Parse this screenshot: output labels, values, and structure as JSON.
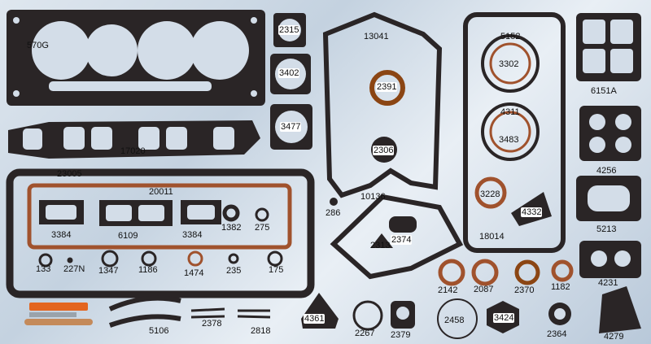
{
  "labels": {
    "p570G": "570G",
    "p2315": "2315",
    "p13041": "13041",
    "p5152": "5152",
    "p3402": "3402",
    "p3302": "3302",
    "p2391": "2391",
    "p6151A": "6151A",
    "p3477": "3477",
    "p4311": "4311",
    "p3483": "3483",
    "p17020": "17020",
    "p2306": "2306",
    "p4256": "4256",
    "p23005": "23005",
    "p20011": "20011",
    "p3228": "3228",
    "p4332": "4332",
    "p10136": "10136",
    "p5213": "5213",
    "p286": "286",
    "p2374": "2374",
    "p18014": "18014",
    "p3384a": "3384",
    "p6109": "6109",
    "p3384b": "3384",
    "p1382": "1382",
    "p275": "275",
    "p2313": "2313",
    "p4231": "4231",
    "p133": "133",
    "p227N": "227N",
    "p1347": "1347",
    "p1186": "1186",
    "p1474": "1474",
    "p235": "235",
    "p175": "175",
    "p2142": "2142",
    "p2087": "2087",
    "p2370": "2370",
    "p1182": "1182",
    "p4361": "4361",
    "p5106": "5106",
    "p2378": "2378",
    "p2818": "2818",
    "p2267": "2267",
    "p2379": "2379",
    "p2458": "2458",
    "p3424": "3424",
    "p2364": "2364",
    "p4279": "4279"
  },
  "colors": {
    "gasket": "#231f20",
    "copper": "#a0522d",
    "cork": "#c48a5a",
    "background": "#d3dde8"
  }
}
